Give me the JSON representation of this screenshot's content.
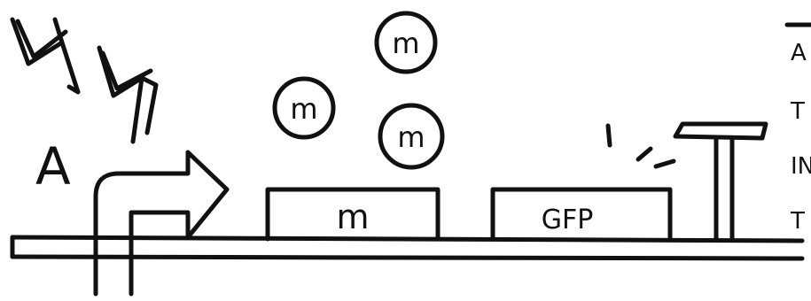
{
  "diagram": {
    "inducer_label": "A",
    "free_proteins": [
      "m",
      "m",
      "m"
    ],
    "gene_boxes": [
      {
        "label": "m"
      },
      {
        "label": "GFP"
      }
    ],
    "legend_labels": [
      "A",
      "T",
      "IN",
      "T"
    ]
  }
}
